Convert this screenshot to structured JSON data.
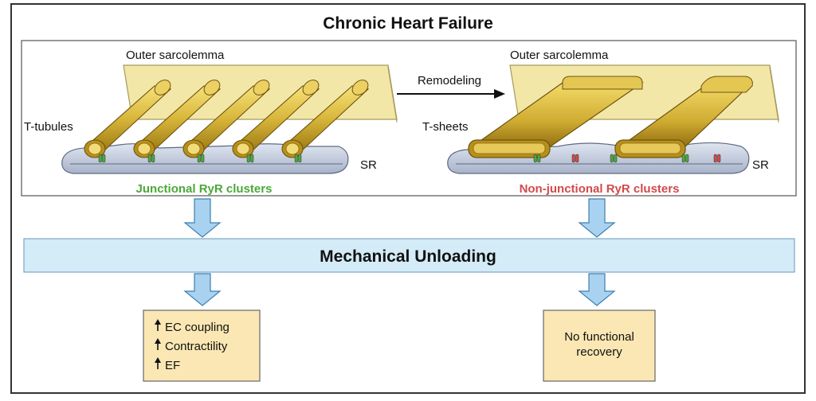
{
  "title": "Chronic Heart Failure",
  "left_panel": {
    "membrane_label": "Outer sarcolemma",
    "structure_label": "T-tubules",
    "sr_label": "SR",
    "cluster_label": "Junctional RyR clusters"
  },
  "right_panel": {
    "membrane_label": "Outer sarcolemma",
    "structure_label": "T-sheets",
    "sr_label": "SR",
    "cluster_label": "Non-junctional RyR clusters"
  },
  "transition_label": "Remodeling",
  "intervention_label": "Mechanical Unloading",
  "outcome_left": {
    "items": [
      "EC coupling",
      "Contractility",
      "EF"
    ]
  },
  "outcome_right": {
    "line1": "No functional",
    "line2": "recovery"
  },
  "colors": {
    "junctional_green": "#4ca83a",
    "nonjunctional_red": "#d24a4a",
    "tube_gold": "#d9b93a",
    "membrane": "#f3e7a8",
    "sr_fill": "#c7cfe0",
    "band_fill": "#d4ebf8",
    "arrow_fill": "#a8d2f0",
    "outcome_fill": "#fbe7b4"
  }
}
